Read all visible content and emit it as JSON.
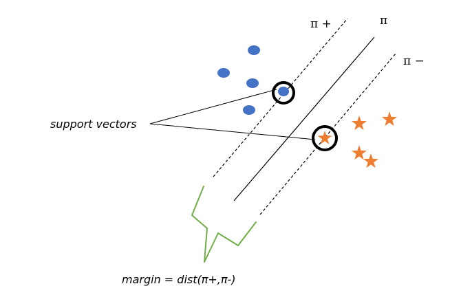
{
  "labels": {
    "pi_plus": "π +",
    "pi": "π",
    "pi_minus": "π −",
    "support_vectors": "support vectors",
    "margin": "margin = dist(π+,π-)"
  },
  "points": {
    "blue_circles": 5,
    "orange_stars": 5,
    "highlighted_support_vectors": 2
  },
  "colors": {
    "circle_fill": "#4472c4",
    "star_fill": "#ed7d31",
    "margin_brace": "#70ad47",
    "lines": "#000000"
  }
}
